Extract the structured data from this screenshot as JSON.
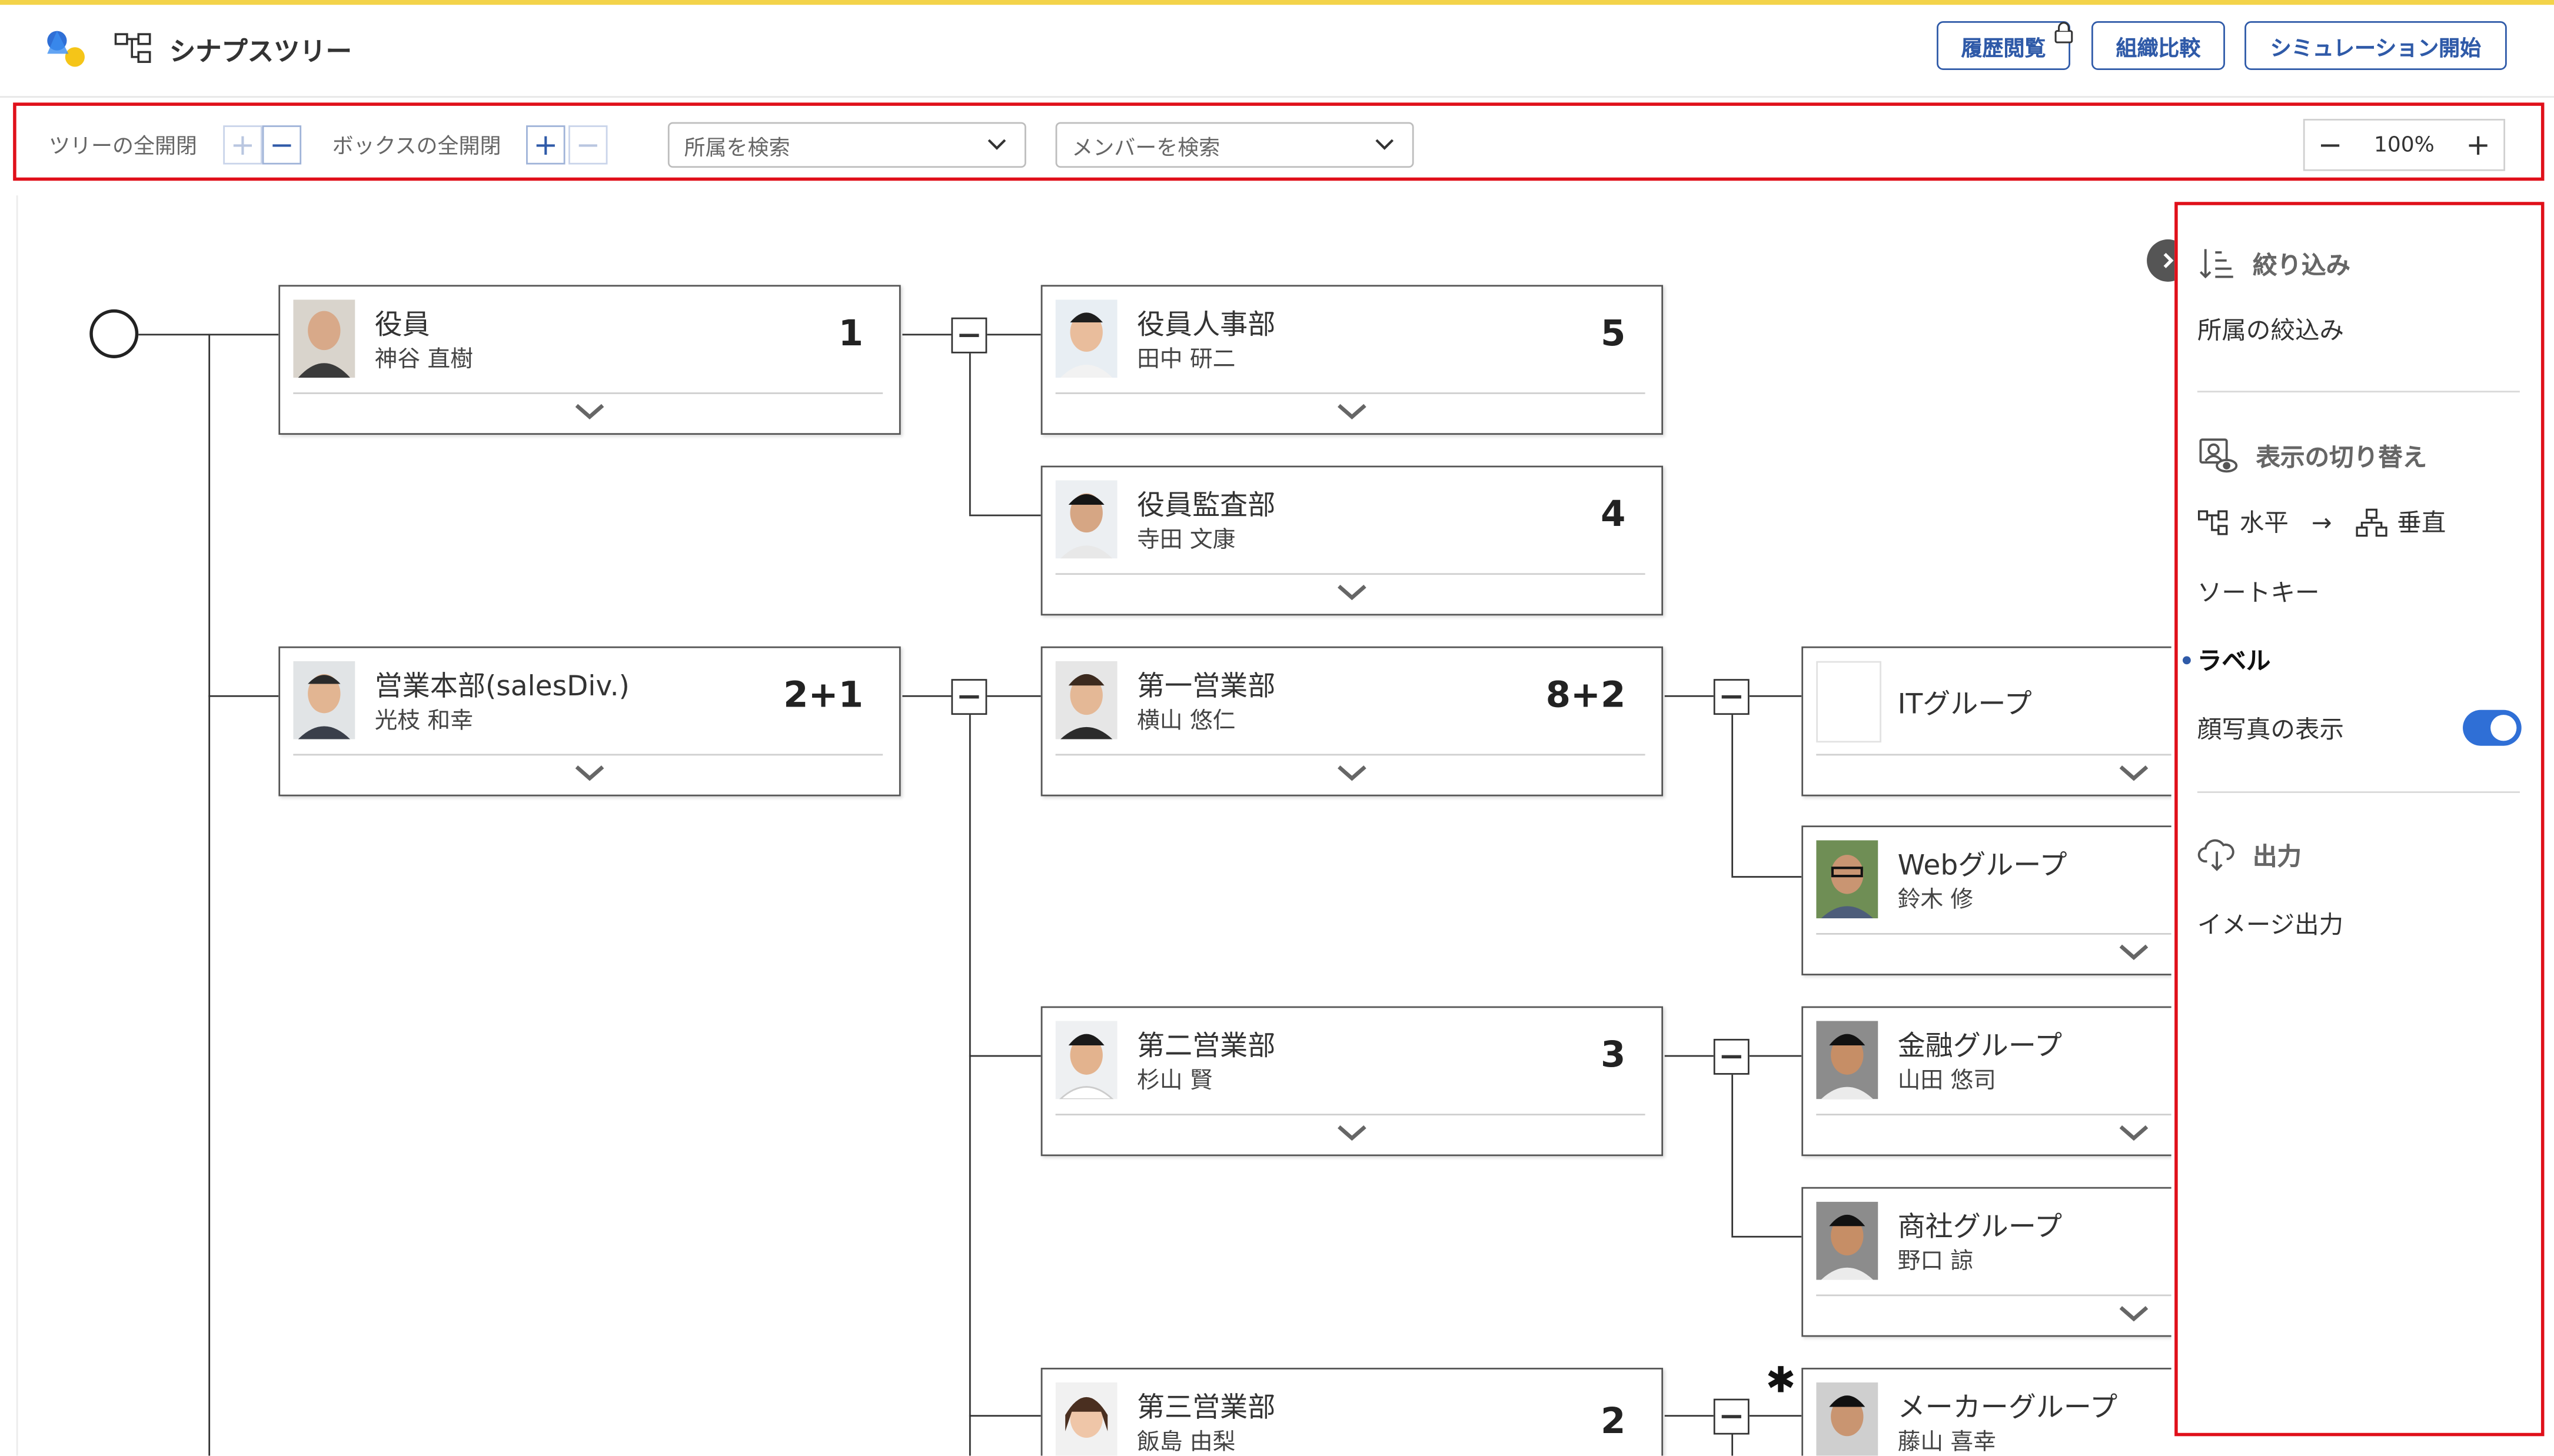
{
  "app": {
    "title": "シナプスツリー"
  },
  "header": {
    "history_button": "履歴閲覧",
    "compare_button": "組織比較",
    "simulation_button": "シミュレーション開始"
  },
  "toolbar": {
    "tree_toggle_label": "ツリーの全開閉",
    "box_toggle_label": "ボックスの全開閉",
    "dept_search_placeholder": "所属を検索",
    "member_search_placeholder": "メンバーを検索",
    "zoom_level": "100%",
    "zoom_minus": "−",
    "zoom_plus": "+"
  },
  "tree": {
    "nodes": [
      {
        "name": "役員",
        "person": "神谷 直樹",
        "count": "1"
      },
      {
        "name": "役員人事部",
        "person": "田中 研二",
        "count": "5"
      },
      {
        "name": "役員監査部",
        "person": "寺田 文康",
        "count": "4"
      },
      {
        "name": "営業本部(salesDiv.)",
        "person": "光枝 和幸",
        "count": "2+1"
      },
      {
        "name": "第一営業部",
        "person": "横山 悠仁",
        "count": "8+2"
      },
      {
        "name": "ITグループ",
        "person": "",
        "count": ""
      },
      {
        "name": "Webグループ",
        "person": "鈴木 修",
        "count": ""
      },
      {
        "name": "第二営業部",
        "person": "杉山 賢",
        "count": "3"
      },
      {
        "name": "金融グループ",
        "person": "山田 悠司",
        "count": ""
      },
      {
        "name": "商社グループ",
        "person": "野口 諒",
        "count": ""
      },
      {
        "name": "第三営業部",
        "person": "飯島 由梨",
        "count": "2"
      },
      {
        "name": "メーカーグループ",
        "person": "藤山 喜幸",
        "count": ""
      }
    ],
    "asterisk": "✱"
  },
  "panel": {
    "filter_head": "絞り込み",
    "filter_item": "所属の絞込み",
    "display_head": "表示の切り替え",
    "horizontal": "水平",
    "arrow": "→",
    "vertical": "垂直",
    "sort_key": "ソートキー",
    "label": "ラベル",
    "photo_toggle": "顔写真の表示",
    "photo_toggle_on": true,
    "output_head": "出力",
    "image_output": "イメージ出力"
  },
  "colors": {
    "accent": "#2f5aa8",
    "highlight_border": "#e0101a",
    "top_stripe": "#f3d34a",
    "toggle_on": "#2f6fd6"
  }
}
